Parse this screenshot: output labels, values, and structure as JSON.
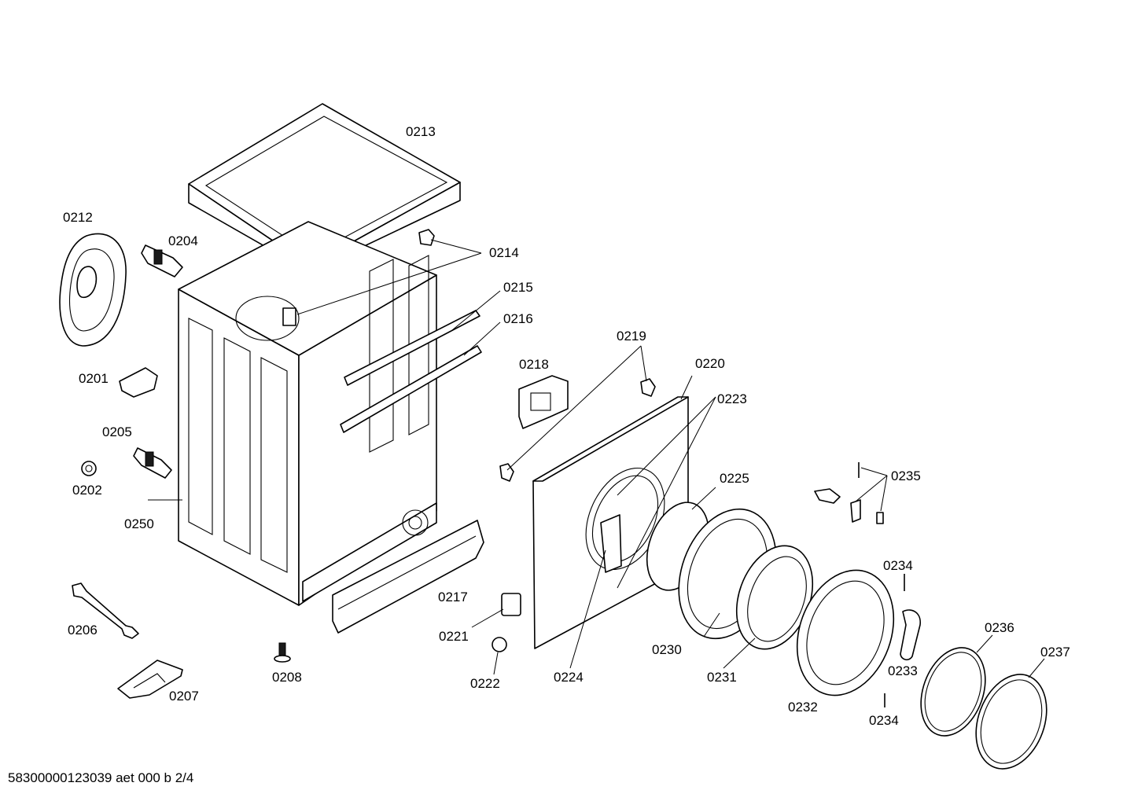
{
  "footer": {
    "text": "58300000123039 aet 000 b 2/4"
  },
  "labels": {
    "l0213": "0213",
    "l0212": "0212",
    "l0204": "0204",
    "l0214": "0214",
    "l0215": "0215",
    "l0216": "0216",
    "l0201": "0201",
    "l0205": "0205",
    "l0202": "0202",
    "l0250": "0250",
    "l0219": "0219",
    "l0218": "0218",
    "l0220": "0220",
    "l0223": "0223",
    "l0225": "0225",
    "l0235": "0235",
    "l0234a": "0234",
    "l0234b": "0234",
    "l0217": "0217",
    "l0206": "0206",
    "l0221": "0221",
    "l0222": "0222",
    "l0208": "0208",
    "l0207": "0207",
    "l0224": "0224",
    "l0230": "0230",
    "l0231": "0231",
    "l0232": "0232",
    "l0233": "0233",
    "l0236": "0236",
    "l0237": "0237"
  }
}
